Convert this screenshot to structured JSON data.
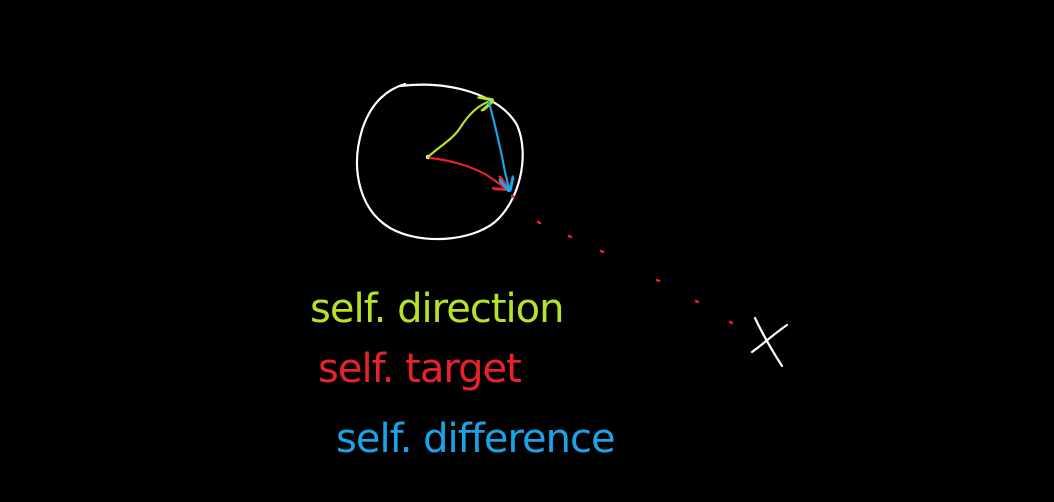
{
  "labels": {
    "direction": "self. direction",
    "target": "self. target",
    "difference": "self. difference"
  },
  "colors": {
    "background": "#000000",
    "circle": "#ffffff",
    "direction": "#b6e22a",
    "target": "#e8222c",
    "difference": "#1aa3e6",
    "marker": "#ffffff"
  },
  "icons": {
    "target_marker": "x-mark-icon"
  }
}
